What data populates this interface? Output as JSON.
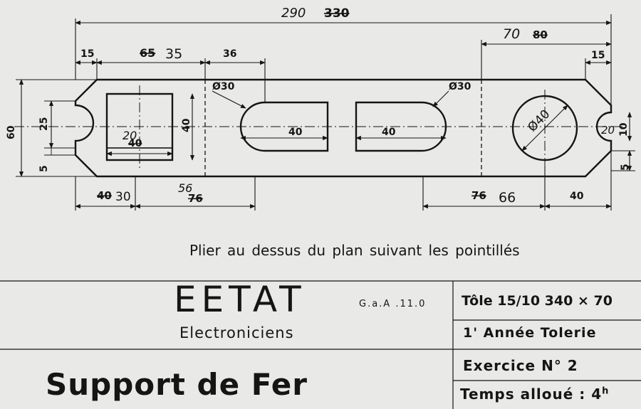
{
  "drawing": {
    "dims": {
      "overall_new": "290",
      "overall_old": "330",
      "left_tab": "15",
      "square_width_old": "65",
      "square_width_new": "35",
      "gap_36": "36",
      "right_span_new": "70",
      "right_span_old": "80",
      "right_tab": "15",
      "height": "60",
      "left_slot": "25",
      "left_offset": "5",
      "square_height": "40",
      "inner_20": "20",
      "inner_40_old": "40",
      "slot_length_1": "40",
      "slot_length_2": "40",
      "diam_30_a": "Ø30",
      "diam_30_b": "Ø30",
      "circle_diam": "Ø40",
      "right_hole_20": "20",
      "right_hole_10": "10",
      "right_offset": "5",
      "bottom_left_old": "40",
      "bottom_left_new": "30",
      "bottom_mid_new": "56",
      "bottom_mid_old": "76",
      "bottom_right_old": "76",
      "bottom_right_new": "66",
      "bottom_far_right": "40"
    },
    "note": "Plier au dessus du plan suivant les pointillés"
  },
  "title_block": {
    "school": "EETAT",
    "school_code": "G.a.A .11.0",
    "dept": "Electroniciens",
    "material": "Tôle 15/10 340 × 70",
    "year": "1' Année Tolerie",
    "exercise": "Exercice N° 2",
    "title": "Support de Fer",
    "time_label": "Temps alloué : 4",
    "time_unit": "h"
  }
}
